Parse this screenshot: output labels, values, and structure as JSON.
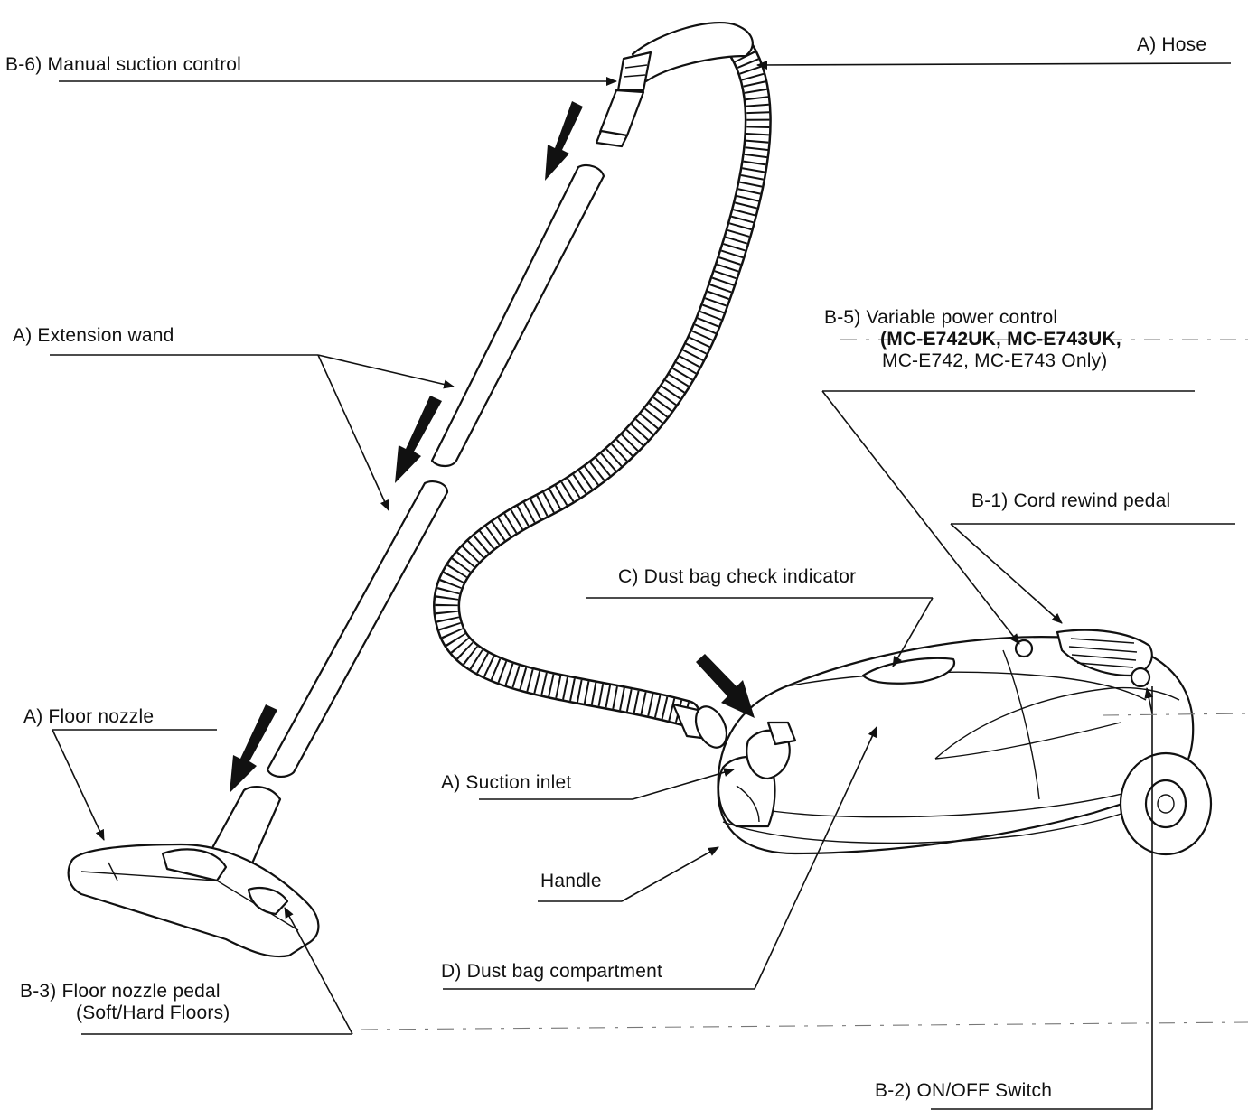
{
  "labels": {
    "manual_suction": "B-6) Manual suction control",
    "hose": "A) Hose",
    "extension_wand": "A) Extension wand",
    "variable_power_1": "B-5) Variable power control",
    "variable_power_2": "(MC-E742UK, MC-E743UK,",
    "variable_power_3": "MC-E742, MC-E743 Only)",
    "cord_rewind": "B-1) Cord rewind pedal",
    "dust_bag_indicator": "C) Dust bag check indicator",
    "floor_nozzle": "A) Floor nozzle",
    "suction_inlet": "A) Suction inlet",
    "handle": "Handle",
    "floor_nozzle_pedal_1": "B-3) Floor nozzle pedal",
    "floor_nozzle_pedal_2": "(Soft/Hard Floors)",
    "dust_bag_compartment": "D) Dust bag compartment",
    "on_off_switch": "B-2) ON/OFF Switch"
  }
}
